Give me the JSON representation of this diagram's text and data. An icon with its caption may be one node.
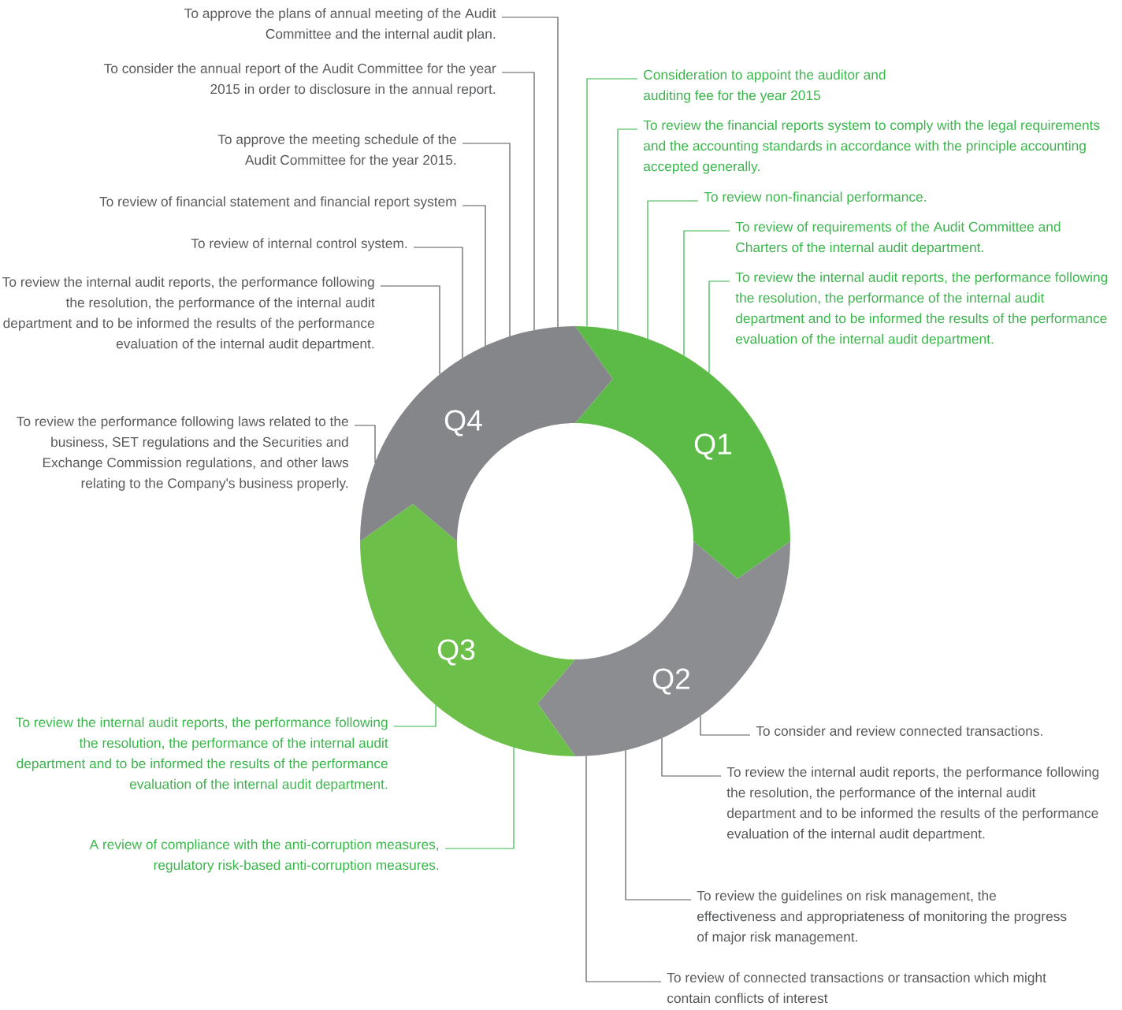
{
  "diagram": {
    "nodes": [
      {
        "text": [
          "Q1"
        ]
      },
      {
        "text": [
          "Q2"
        ]
      },
      {
        "text": [
          "Q3"
        ]
      },
      {
        "text": [
          "Q4"
        ]
      },
      {
        "text": [
          "To approve the plans of annual meeting of the Audit Committee and the internal audit plan."
        ]
      },
      {
        "text": [
          "To consider the annual report of the Audit Committee for the year 2015  in order to disclosure in the annual report."
        ]
      },
      {
        "text": [
          "To approve the meeting schedule of the Audit Committee for the year 2015."
        ]
      },
      {
        "text": [
          "To review of financial statement and financial report system"
        ]
      },
      {
        "text": [
          "To review of internal control system."
        ]
      },
      {
        "text": [
          "To review the internal audit reports, the performance following the resolution, the performance of the internal audit department and to be informed the results of the performance evaluation of the internal audit department."
        ]
      },
      {
        "text": [
          "To review the performance following laws related to the business, SET regulations and the Securities and Exchange Commission regulations, and other laws relating to the Company's business properly."
        ]
      },
      {
        "text": [
          "Consideration to appoint the auditor and auditing fee for the year 2015"
        ]
      },
      {
        "text": [
          "To review the financial reports system to comply with the legal requirements and the accounting standards in accordance with the principle accounting accepted generally."
        ]
      },
      {
        "text": [
          "To review non-financial performance."
        ]
      },
      {
        "text": [
          "To review of requirements of the Audit Committee and Charters of the internal audit department."
        ]
      },
      {
        "text": [
          "To review the internal audit reports, the performance following the resolution, the performance of the internal audit department and to be informed the results of the performance evaluation of the internal audit department."
        ]
      },
      {
        "text": [
          "To consider and review connected transactions."
        ]
      },
      {
        "text": [
          "To review the internal audit reports, the performance following the resolution, the performance of the internal audit department and to be informed the results of the performance evaluation of the internal audit department."
        ]
      },
      {
        "text": [
          "To review the guidelines on risk management, the effectiveness and appropriateness of monitoring the progress of major risk management."
        ]
      },
      {
        "text": [
          "To review of connected transactions or transaction which might contain conflicts of interest"
        ]
      },
      {
        "text": [
          "To review the internal audit reports, the performance following the resolution, the performance of the internal audit department and to be informed the results of the performance evaluation of the internal audit department."
        ]
      },
      {
        "text": [
          "A review of compliance with the anti-corruption measures, regulatory risk-based anti-corruption measures."
        ]
      }
    ],
    "edges": [
      {
        "from": 4,
        "to": 3,
        "arrow": "none"
      },
      {
        "from": 5,
        "to": 3,
        "arrow": "none"
      },
      {
        "from": 6,
        "to": 3,
        "arrow": "none"
      },
      {
        "from": 7,
        "to": 3,
        "arrow": "none"
      },
      {
        "from": 8,
        "to": 3,
        "arrow": "none"
      },
      {
        "from": 9,
        "to": 3,
        "arrow": "none"
      },
      {
        "from": 10,
        "to": 3,
        "arrow": "none"
      },
      {
        "from": 11,
        "to": 0,
        "arrow": "none",
        "color": "#39b54a"
      },
      {
        "from": 12,
        "to": 0,
        "arrow": "none",
        "color": "#39b54a"
      },
      {
        "from": 13,
        "to": 0,
        "arrow": "none",
        "color": "#39b54a"
      },
      {
        "from": 14,
        "to": 0,
        "arrow": "none",
        "color": "#39b54a"
      },
      {
        "from": 15,
        "to": 0,
        "arrow": "none",
        "color": "#39b54a"
      },
      {
        "from": 16,
        "to": 1,
        "arrow": "none"
      },
      {
        "from": 17,
        "to": 1,
        "arrow": "none"
      },
      {
        "from": 18,
        "to": 1,
        "arrow": "none"
      },
      {
        "from": 19,
        "to": 1,
        "arrow": "none"
      },
      {
        "from": 20,
        "to": 2,
        "arrow": "none",
        "color": "#39b54a"
      },
      {
        "from": 21,
        "to": 2,
        "arrow": "none",
        "color": "#39b54a"
      }
    ]
  }
}
